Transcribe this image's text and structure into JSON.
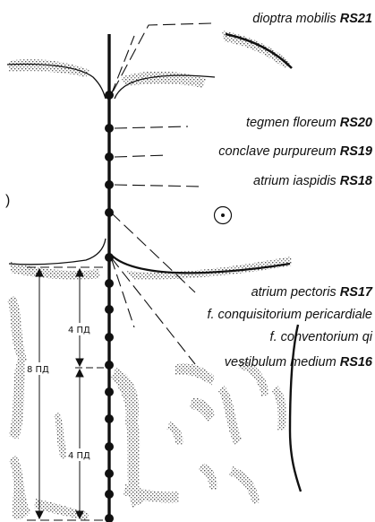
{
  "labels": {
    "dioptra": {
      "name": "dioptra mobilis",
      "code": "RS21"
    },
    "tegmen": {
      "name": "tegmen floreum",
      "code": "RS20"
    },
    "conclave": {
      "name": "conclave purpureum",
      "code": "RS19"
    },
    "atrium_iasp": {
      "name": "atrium iaspidis",
      "code": "RS18"
    },
    "atrium_pect": {
      "name": "atrium pectoris",
      "code": "RS17"
    },
    "f_conq": {
      "name": "f. conquisitorium pericardiale",
      "code": ""
    },
    "f_conv": {
      "name": "f. conventorium qi",
      "code": ""
    },
    "vestibulum": {
      "name": "vestibulum medium",
      "code": "RS16"
    }
  },
  "measures": {
    "upper_4": "4 ПД",
    "total_8": "8 ПД",
    "lower_4": "4 ПД"
  },
  "bracket": ")"
}
